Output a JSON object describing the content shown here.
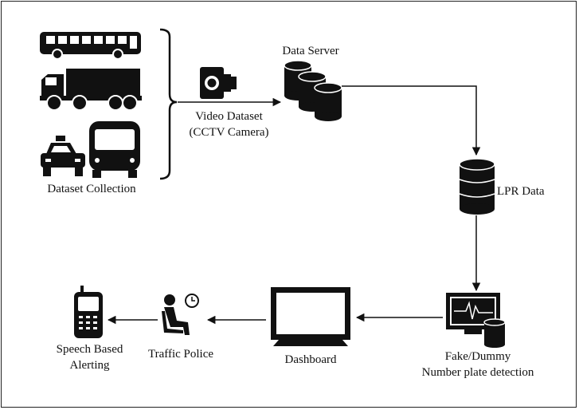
{
  "labels": {
    "dataset_collection": "Dataset Collection",
    "video_dataset_line1": "Video Dataset",
    "video_dataset_line2": "(CCTV Camera)",
    "data_server": "Data Server",
    "lpr_data": "LPR Data",
    "fake_detection_line1": "Fake/Dummy",
    "fake_detection_line2": "Number plate detection",
    "dashboard": "Dashboard",
    "traffic_police": "Traffic Police",
    "speech_alerting_line1": "Speech Based",
    "speech_alerting_line2": "Alerting"
  },
  "icons": {
    "bus": "bus-icon",
    "truck": "truck-icon",
    "taxi": "taxi-icon",
    "front_bus": "bus-front-icon",
    "camera": "cctv-camera-icon",
    "server": "database-stack-icon",
    "lpr": "database-icon",
    "monitor": "monitor-waveform-icon",
    "dashboard": "monitor-icon",
    "police": "seated-person-icon",
    "clock": "clock-icon",
    "phone": "mobile-phone-icon"
  },
  "colors": {
    "ink": "#111111",
    "background": "#ffffff"
  }
}
